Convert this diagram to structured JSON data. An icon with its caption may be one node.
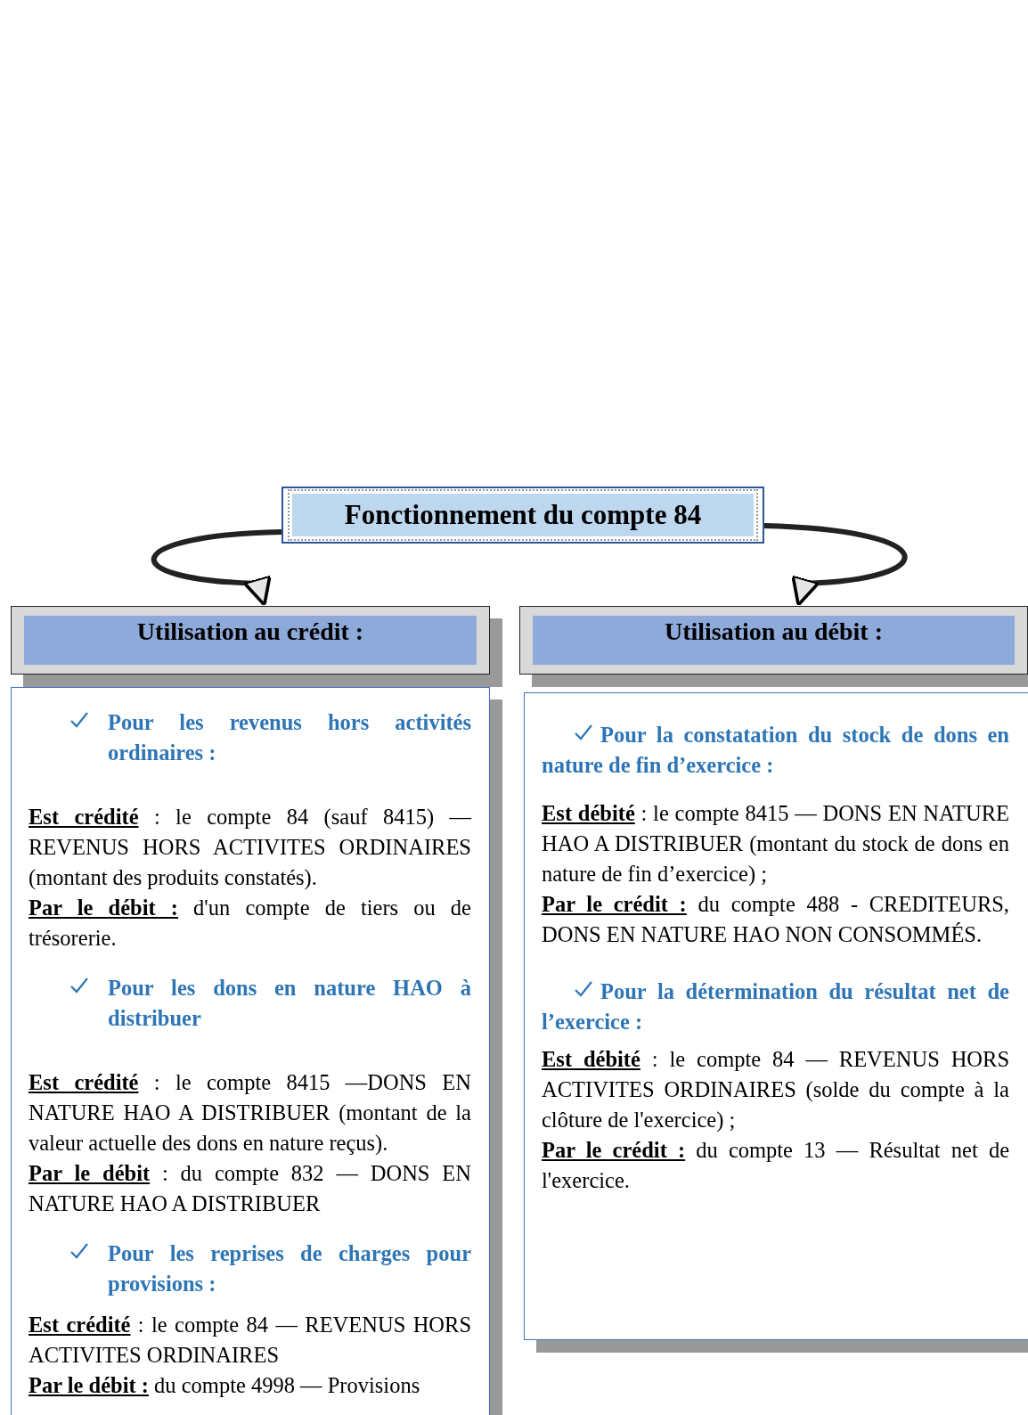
{
  "diagram": {
    "title": "Fonctionnement du compte 84",
    "nodes": [
      {
        "text": [
          "Utilisation au crédit :"
        ]
      },
      {
        "text": [
          "Utilisation au débit :"
        ]
      },
      {
        "text": [
          "Pour les revenus hors activités ordinaires :",
          "**Est crédité** : le compte 84 (sauf 8415) — REVENUS HORS ACTIVITES ORDINAIRES (montant des produits constatés).",
          "**Par le débit :** d'un compte de tiers ou de trésorerie.",
          "Pour les dons en nature HAO à distribuer",
          "**Est crédité** : le compte 8415 —DONS EN NATURE HAO A DISTRIBUER (montant de la valeur actuelle des dons en nature reçus).",
          "**Par le débit** : du compte 832 — DONS EN NATURE HAO A DISTRIBUER",
          "Pour les reprises de charges pour provisions :",
          "**Est crédité** : le compte 84 — REVENUS HORS ACTIVITES ORDINAIRES",
          "**Par le débit :** du compte 4998 — Provisions"
        ]
      },
      {
        "text": [
          "Pour la constatation du stock de dons en nature de fin d’exercice :",
          "**Est débité** : le compte 8415 — DONS EN NATURE HAO A DISTRIBUER (montant du stock de dons en nature de fin d’exercice) ;",
          "**Par le crédit :** du compte 488 - CREDITEURS, DONS EN NATURE HAO NON CONSOMMÉS.",
          "Pour la détermination du résultat net de l’exercice :",
          "**Est débité** : le compte 84 — REVENUS HORS ACTIVITES ORDINAIRES (solde du compte à la clôture de l'exercice) ;",
          "**Par le crédit :** du compte 13 — Résultat net de l'exercice."
        ]
      }
    ],
    "edges": [
      {
        "from": null,
        "to": 0,
        "arrow": "to"
      },
      {
        "from": null,
        "to": 1,
        "arrow": "to"
      }
    ]
  }
}
